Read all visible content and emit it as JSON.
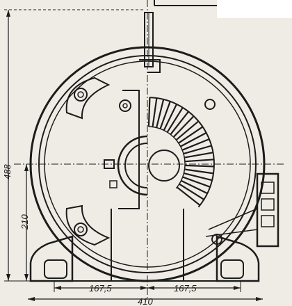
{
  "figure": {
    "kind": "technical drawing",
    "dimensions": {
      "overall_height": "488",
      "axis_height": "210",
      "left_half_width": "167,5",
      "right_half_width": "167,5",
      "base_width": "410"
    }
  }
}
